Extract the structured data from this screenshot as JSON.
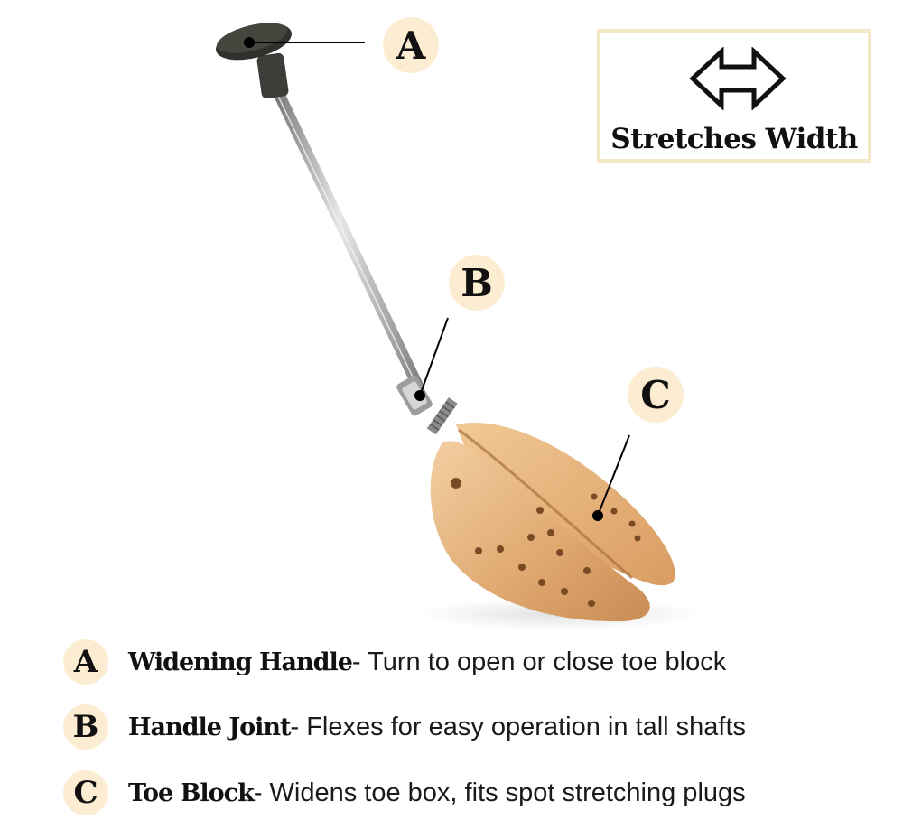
{
  "callouts": {
    "a": "A",
    "b": "B",
    "c": "C"
  },
  "width_box": {
    "label": "Stretches Width",
    "icon": "double-arrow-icon"
  },
  "legend": [
    {
      "letter": "A",
      "term": "Widening Handle",
      "desc": "- Turn to open or close toe block"
    },
    {
      "letter": "B",
      "term": "Handle Joint",
      "desc": "- Flexes for easy operation in tall shafts"
    },
    {
      "letter": "C",
      "term": "Toe Block",
      "desc": "- Widens toe box, fits spot stretching plugs"
    }
  ],
  "colors": {
    "badge": "#fbecd2",
    "box_border": "#f6e7c9",
    "wood": "#e2b07c",
    "handle": "#3a3c38",
    "rod": "#a8a8a8"
  }
}
